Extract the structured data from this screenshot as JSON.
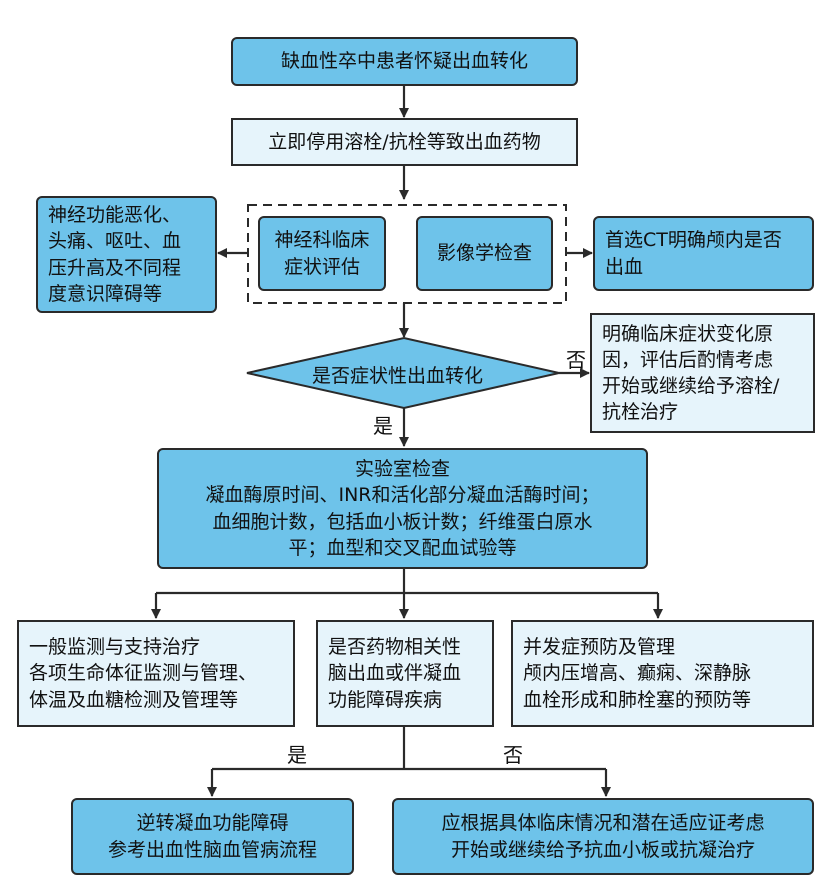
{
  "nodes": {
    "start": "缺血性卒中患者怀疑出血转化",
    "stop_drugs": "立即停用溶栓/抗栓等致出血药物",
    "symptoms": "神经功能恶化、\n头痛、呕吐、血\n压升高及不同程\n度意识障碍等",
    "neuro_eval": "神经科临床\n症状评估",
    "imaging": "影像学检查",
    "ct": "首选CT明确颅内是否\n出血",
    "decision": "是否症状性出血转化",
    "no_branch": "明确临床症状变化原\n因，评估后酌情考虑\n开始或继续给予溶栓/\n抗栓治疗",
    "lab": "实验室检查\n凝血酶原时间、INR和活化部分凝血活酶时间；\n血细胞计数，包括血小板计数；纤维蛋白原水\n平；血型和交叉配血试验等",
    "monitor": "一般监测与支持治疗\n各项生命体征监测与管理、\n体温及血糖检测及管理等",
    "drug_related": "是否药物相关性\n脑出血或伴凝血\n功能障碍疾病",
    "complications": "并发症预防及管理\n颅内压增高、癫痫、深静脉\n血栓形成和肺栓塞的预防等",
    "reverse": "逆转凝血功能障碍\n参考出血性脑血管病流程",
    "consider": "应根据具体临床情况和潜在适应证考虑\n开始或继续给予抗血小板或抗凝治疗"
  },
  "labels": {
    "yes_1": "是",
    "no_1": "否",
    "yes_2": "是",
    "no_2": "否"
  },
  "colors": {
    "accent_blue": "#6ec3ea",
    "pale_blue": "#e6f4fb",
    "line": "#2a2a2a"
  }
}
